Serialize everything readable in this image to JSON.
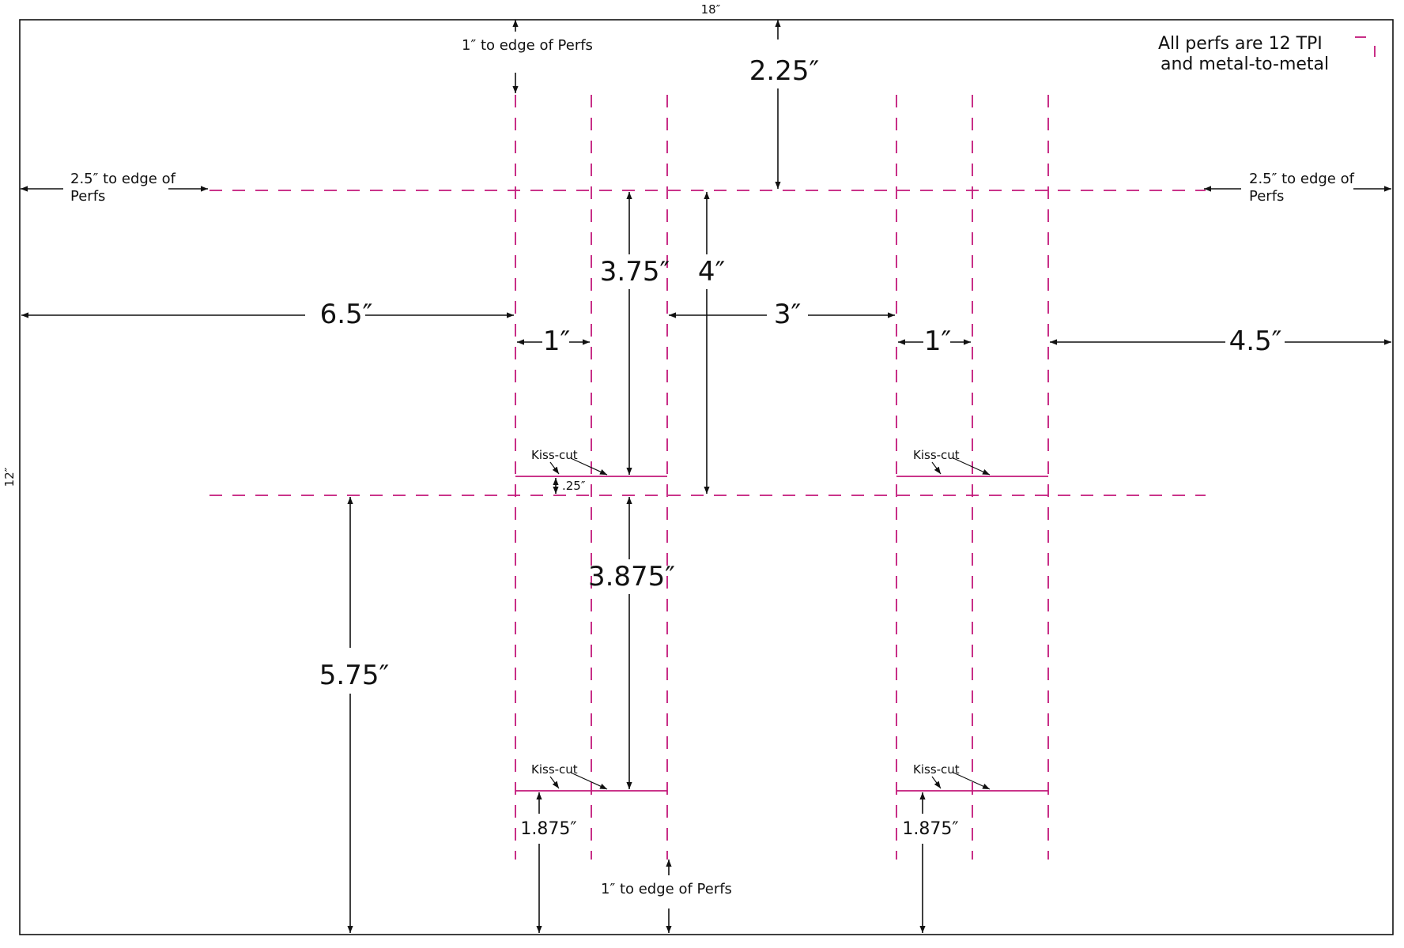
{
  "colors": {
    "perf": "#c2187a",
    "ink": "#111111",
    "paper": "#ffffff"
  },
  "sheet": {
    "width_label": "18″",
    "height_label": "12″"
  },
  "note": {
    "line1": "All perfs are 12 TPI",
    "line2": "and metal-to-metal"
  },
  "dimensions": {
    "top_vertical": "2.25″",
    "top_edge_note": "1″ to edge of Perfs",
    "left_edge_note_line1": "2.5″ to edge of",
    "left_edge_note_line2": "Perfs",
    "right_edge_note_line1": "2.5″ to edge of",
    "right_edge_note_line2": "Perfs",
    "left_offset": "6.5″",
    "gap_one_left": "1″",
    "panel_height_upper": "3.75″",
    "perf_spacing": "4″",
    "between_columns": "3″",
    "gap_one_right": "1″",
    "right_offset": "4.5″",
    "small_gap": ".25″",
    "panel_height_lower": "3.875″",
    "bottom_horizontal": "5.75″",
    "kiss_from_bottom_left": "1.875″",
    "kiss_from_bottom_right": "1.875″",
    "bottom_edge_note": "1″ to edge of Perfs"
  },
  "kiss_cut_labels": [
    "Kiss-cut",
    "Kiss-cut",
    "Kiss-cut",
    "Kiss-cut"
  ]
}
